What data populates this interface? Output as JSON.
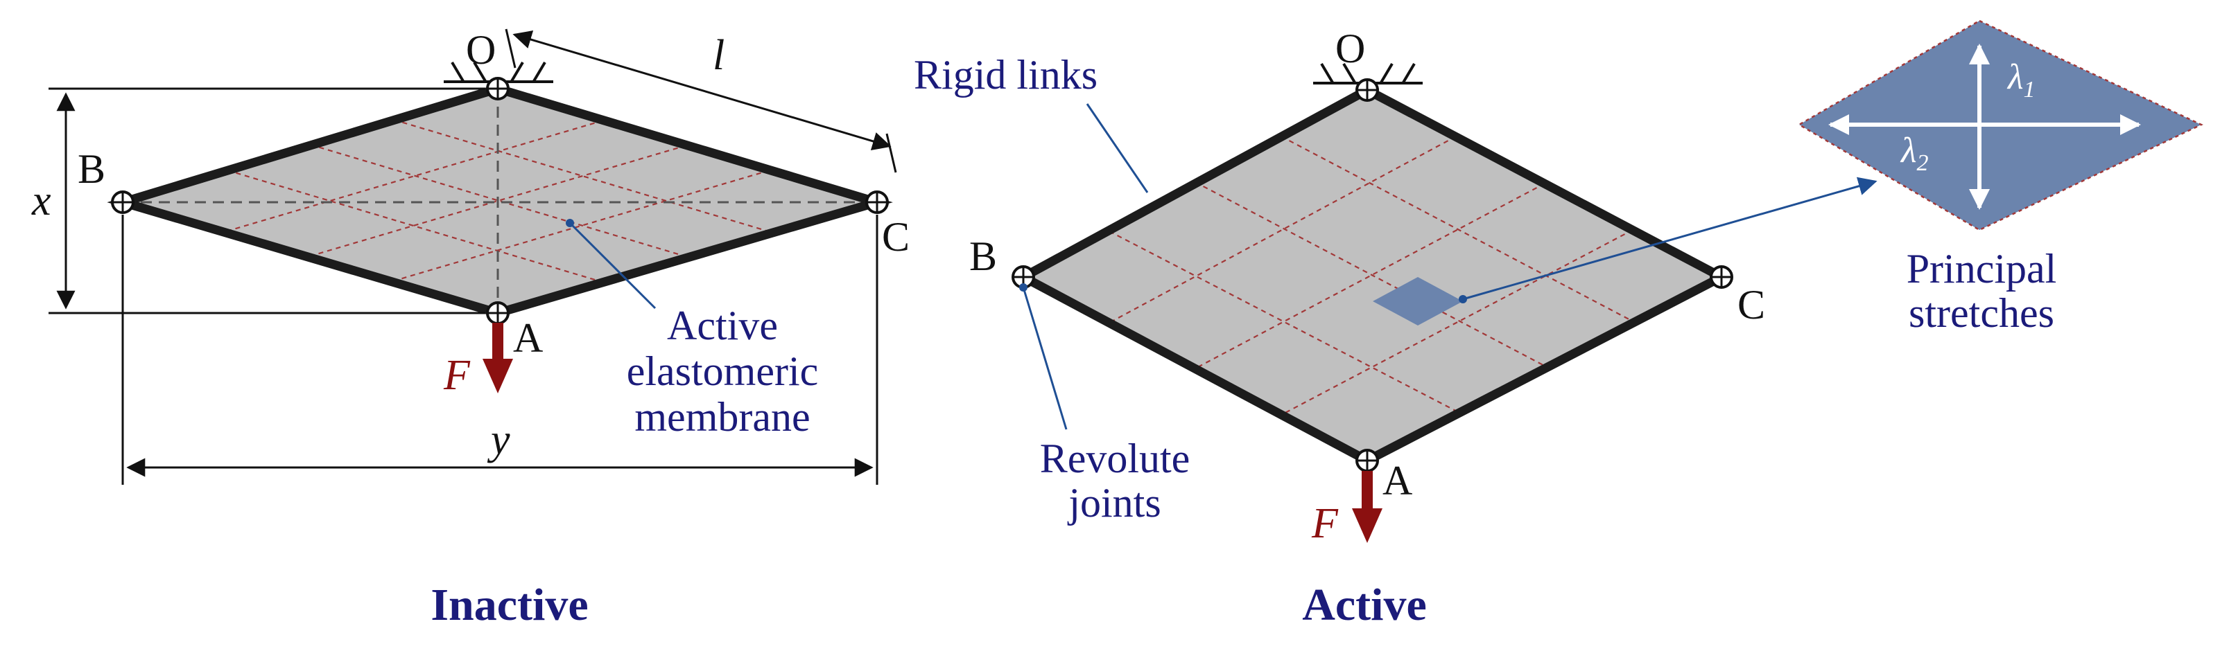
{
  "colors": {
    "membrane": "#c0c0c0",
    "grid_line": "#a23838",
    "link": "#1c1c1c",
    "label_blue": "#1b1b7a",
    "force": "#8b1010",
    "stretch_patch": "#6b84ad",
    "leader": "#1f4f94"
  },
  "inactive": {
    "caption": "Inactive",
    "points": {
      "O": "O",
      "A": "A",
      "B": "B",
      "C": "C"
    },
    "dims": {
      "x": "x",
      "y": "y",
      "l": "l"
    },
    "force": "F",
    "membrane_label": [
      "Active",
      "elastomeric",
      "membrane"
    ]
  },
  "active": {
    "caption": "Active",
    "points": {
      "O": "O",
      "A": "A",
      "B": "B",
      "C": "C"
    },
    "force": "F",
    "rigid_links_label": "Rigid links",
    "joints_label": [
      "Revolute",
      "joints"
    ]
  },
  "stretches": {
    "label": [
      "Principal",
      "stretches"
    ],
    "lambda1": {
      "symbol": "λ",
      "sub": "1"
    },
    "lambda2": {
      "symbol": "λ",
      "sub": "2"
    }
  }
}
